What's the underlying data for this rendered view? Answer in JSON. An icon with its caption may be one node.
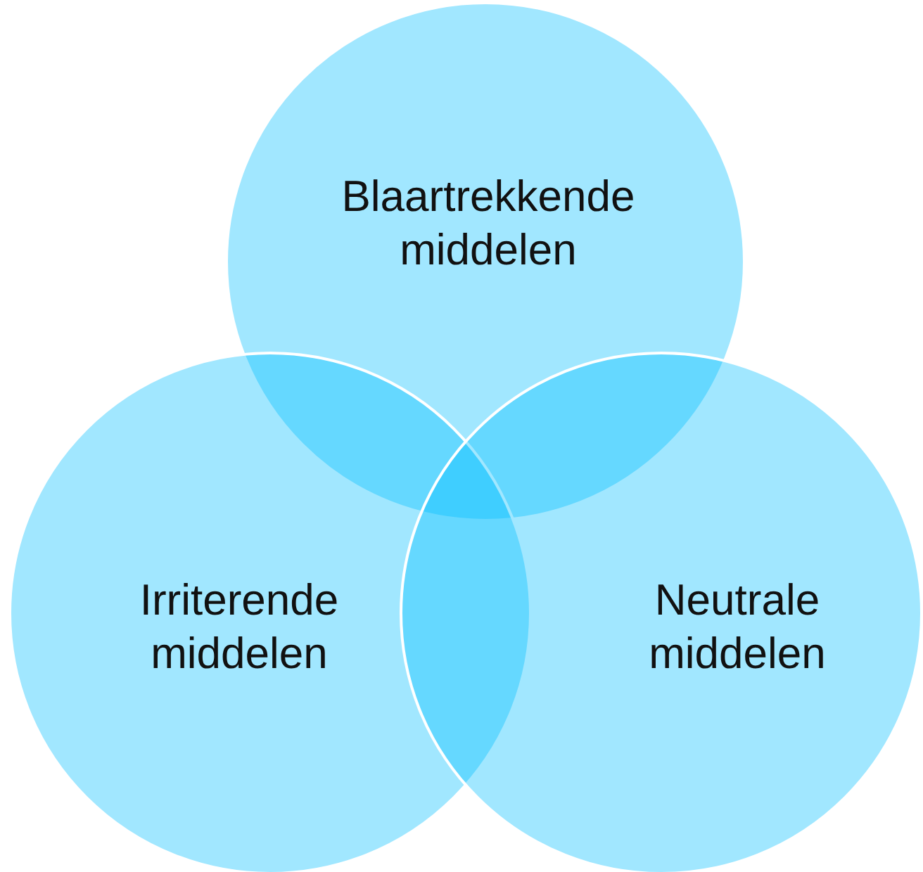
{
  "diagram": {
    "nodes": [
      {
        "text": [
          "Blaartrekkende middelen"
        ]
      },
      {
        "text": [
          "Irriterende middelen"
        ]
      },
      {
        "text": [
          "Neutrale middelen"
        ]
      }
    ]
  }
}
